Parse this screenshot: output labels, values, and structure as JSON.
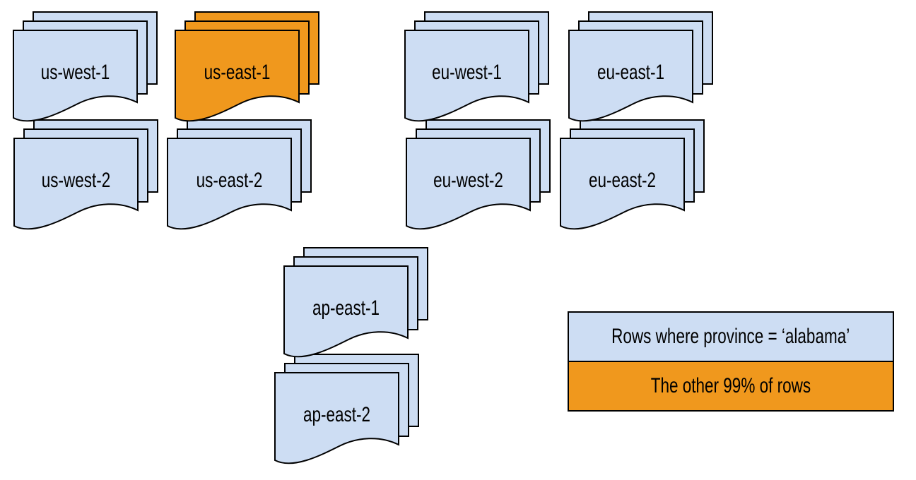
{
  "colors": {
    "region_fill": "#cdddf3",
    "highlight_fill": "#f0981d",
    "stroke": "#000000",
    "text": "#000000",
    "canvas_bg": "#ffffff"
  },
  "stacks": [
    {
      "label": "us-west-1",
      "highlighted": false
    },
    {
      "label": "us-east-1",
      "highlighted": true
    },
    {
      "label": "eu-west-1",
      "highlighted": false
    },
    {
      "label": "eu-east-1",
      "highlighted": false
    },
    {
      "label": "us-west-2",
      "highlighted": false
    },
    {
      "label": "us-east-2",
      "highlighted": false
    },
    {
      "label": "eu-west-2",
      "highlighted": false
    },
    {
      "label": "eu-east-2",
      "highlighted": false
    },
    {
      "label": "ap-east-1",
      "highlighted": false
    },
    {
      "label": "ap-east-2",
      "highlighted": false
    }
  ],
  "legend": {
    "items": [
      {
        "label": "Rows where province = ‘alabama’",
        "swatch": "region_fill"
      },
      {
        "label": "The other 99% of rows",
        "swatch": "highlight_fill"
      }
    ]
  }
}
